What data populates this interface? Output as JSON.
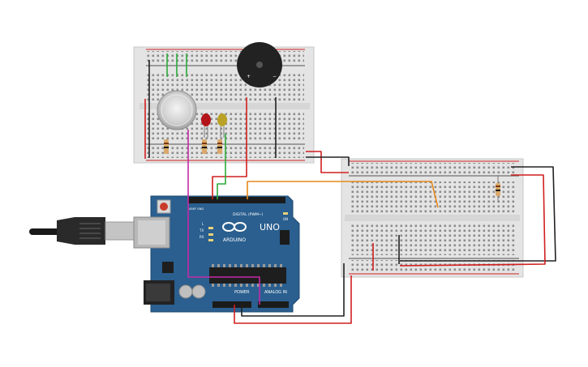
{
  "board": {
    "brand": "ARDUINO",
    "model": "UNO",
    "digital_label": "DIGITAL (PWM~)",
    "power_label": "POWER",
    "analog_label": "ANALOG IN",
    "tx_label": "TX",
    "rx_label": "RX",
    "l_label": "L",
    "on_label": "ON",
    "aref_label": "AREF",
    "gnd_label": "GND"
  },
  "colors": {
    "board": "#2a5f8f",
    "breadboard": "#e6e6e6",
    "wire_red": "#d11f1f",
    "wire_black": "#222222",
    "wire_green": "#2bab3b",
    "wire_magenta": "#c42aa8",
    "wire_orange": "#e7891a",
    "led_red": "#b3141a",
    "led_yellow": "#b9a226"
  },
  "components": [
    "arduino-uno",
    "breadboard-small",
    "breadboard-large",
    "piezo-buzzer",
    "gas-sensor",
    "led-red",
    "led-yellow",
    "resistor",
    "usb-cable"
  ]
}
